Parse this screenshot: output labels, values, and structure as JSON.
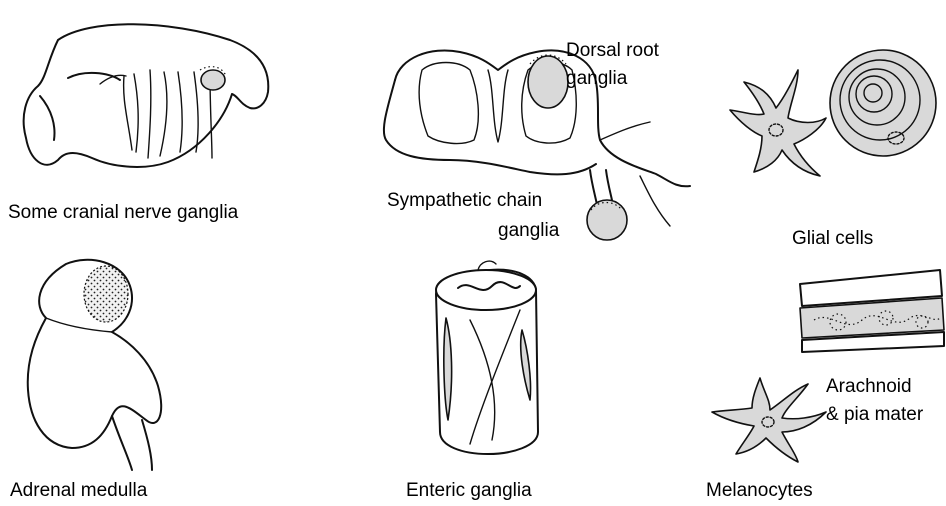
{
  "panels": {
    "cranial": {
      "label": "Some cranial nerve ganglia"
    },
    "dorsal_root": {
      "label_line1": "Dorsal root",
      "label_line2": "ganglia"
    },
    "sympathetic": {
      "label_line1": "Sympathetic chain",
      "label_line2": "ganglia"
    },
    "glial": {
      "label": "Glial cells"
    },
    "adrenal": {
      "label": "Adrenal medulla"
    },
    "enteric": {
      "label": "Enteric ganglia"
    },
    "meninges": {
      "label_line1": "Arachnoid",
      "label_line2": "& pia mater"
    },
    "melanocytes": {
      "label": "Melanocytes"
    }
  },
  "colors": {
    "ink": "#111111",
    "shade": "#d9d9d9",
    "background": "#ffffff"
  }
}
